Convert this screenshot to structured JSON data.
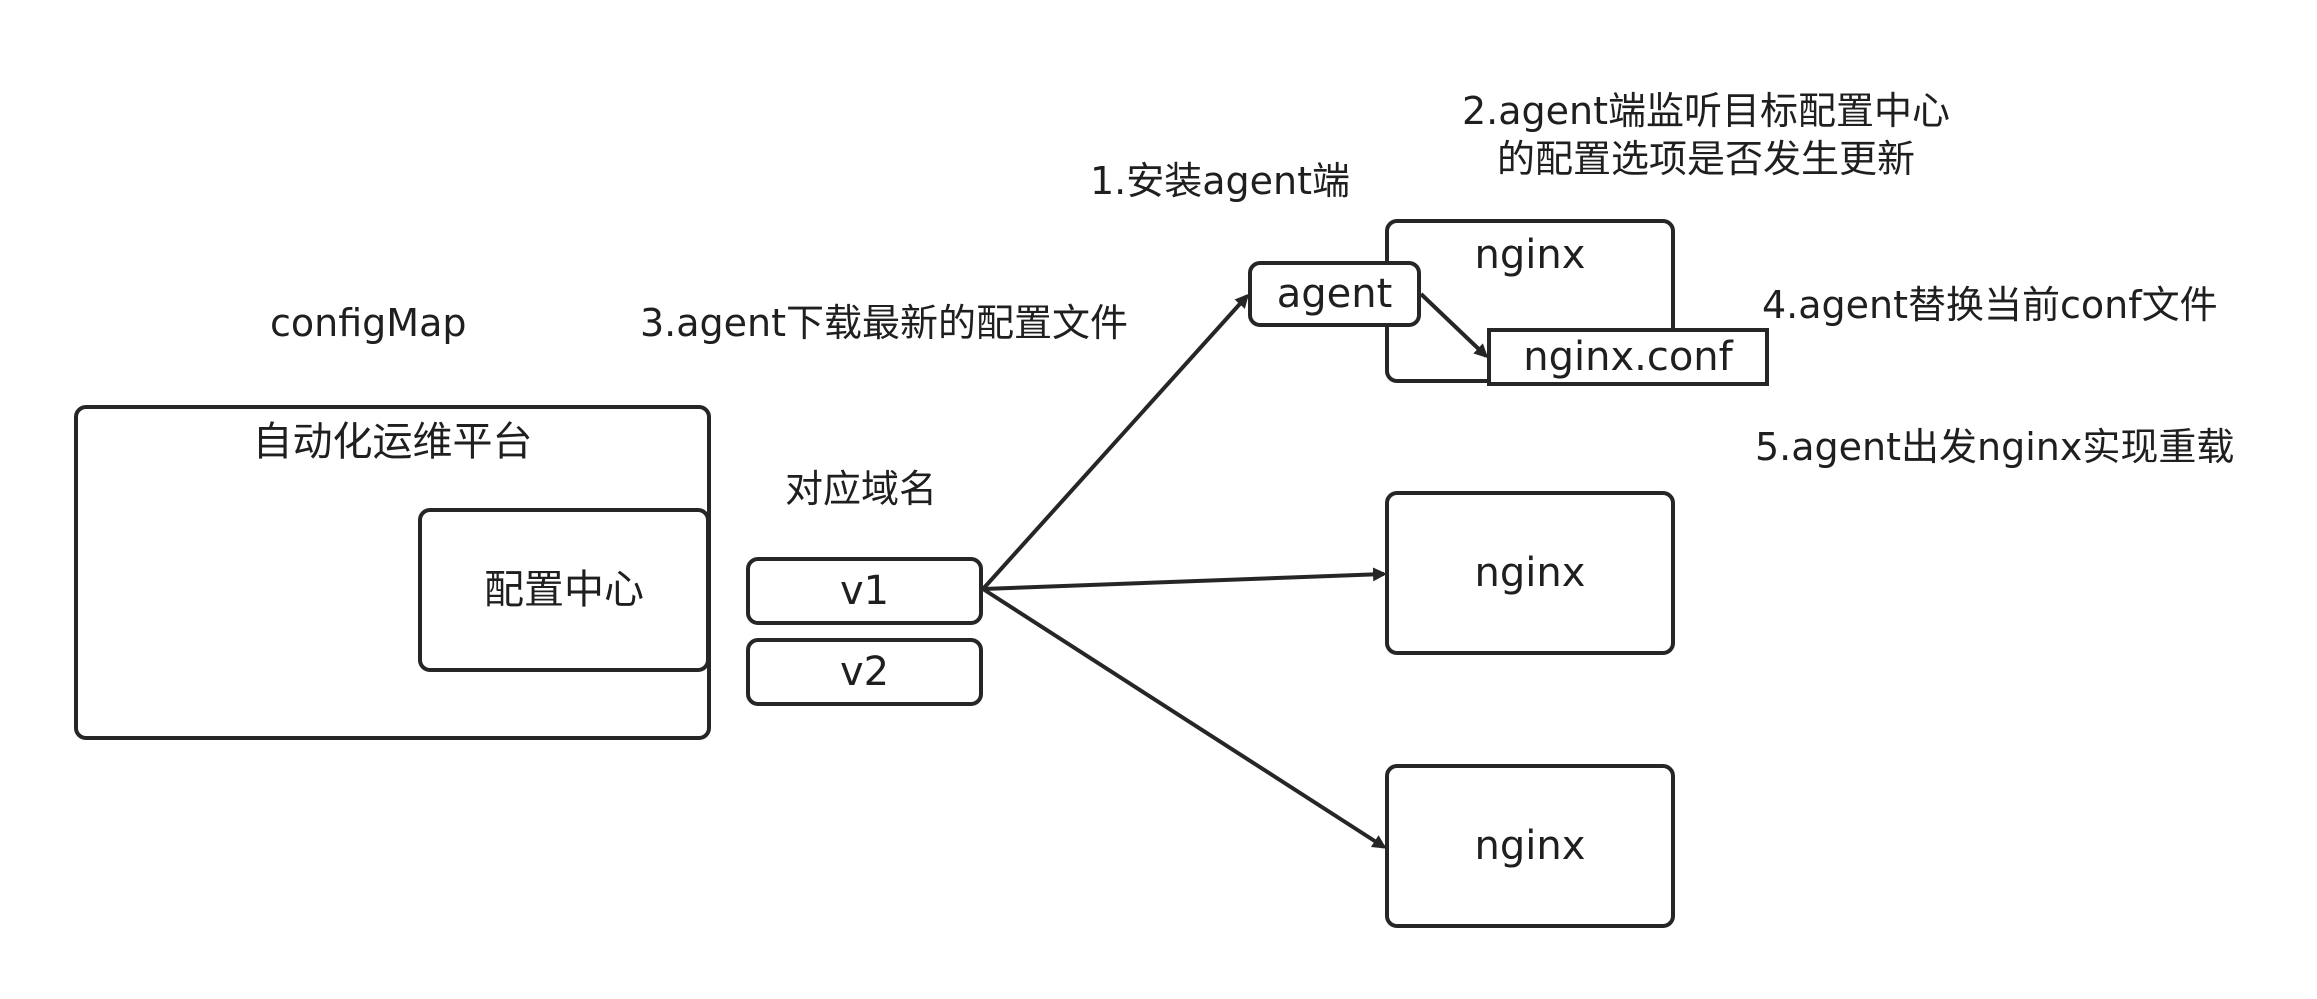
{
  "diagram": {
    "configmap_label": "configMap",
    "platform_label": "自动化运维平台",
    "config_center_label": "配置中心",
    "domain_label": "对应域名",
    "v1_label": "v1",
    "v2_label": "v2",
    "step1": "1.安装agent端",
    "step2_line1": "2.agent端监听目标配置中心",
    "step2_line2": "的配置选项是否发生更新",
    "step3": "3.agent下载最新的配置文件",
    "step4": "4.agent替换当前conf文件",
    "step5": "5.agent出发nginx实现重载",
    "nginx1_label": "nginx",
    "agent_label": "agent",
    "nginx_conf_label": "nginx.conf",
    "nginx2_label": "nginx",
    "nginx3_label": "nginx"
  }
}
